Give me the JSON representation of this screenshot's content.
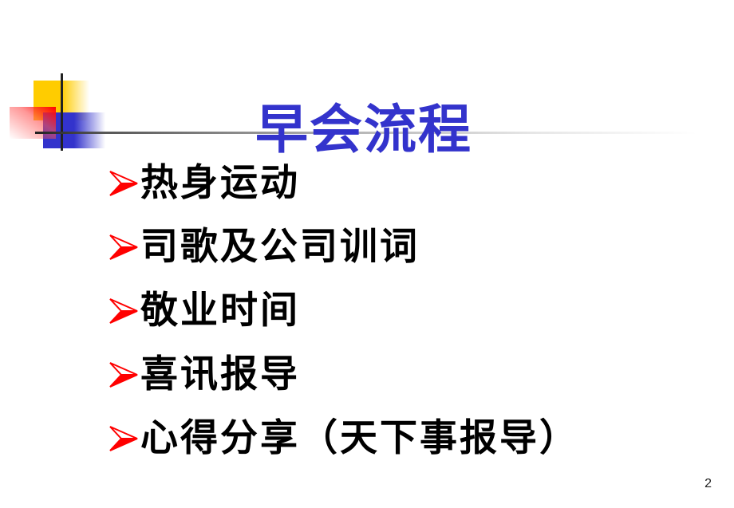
{
  "slide": {
    "title": "早会流程",
    "title_color": "#3333CC",
    "bullet_color": "#FF0000",
    "items": [
      {
        "label": "热身运动"
      },
      {
        "label": "司歌及公司训词"
      },
      {
        "label": "敬业时间"
      },
      {
        "label": "喜讯报导"
      },
      {
        "label": "心得分享（天下事报导）"
      }
    ],
    "page_number": "2"
  },
  "icons": {
    "bullet": "red-arrowhead-icon",
    "logo": "color-blocks-logo"
  }
}
